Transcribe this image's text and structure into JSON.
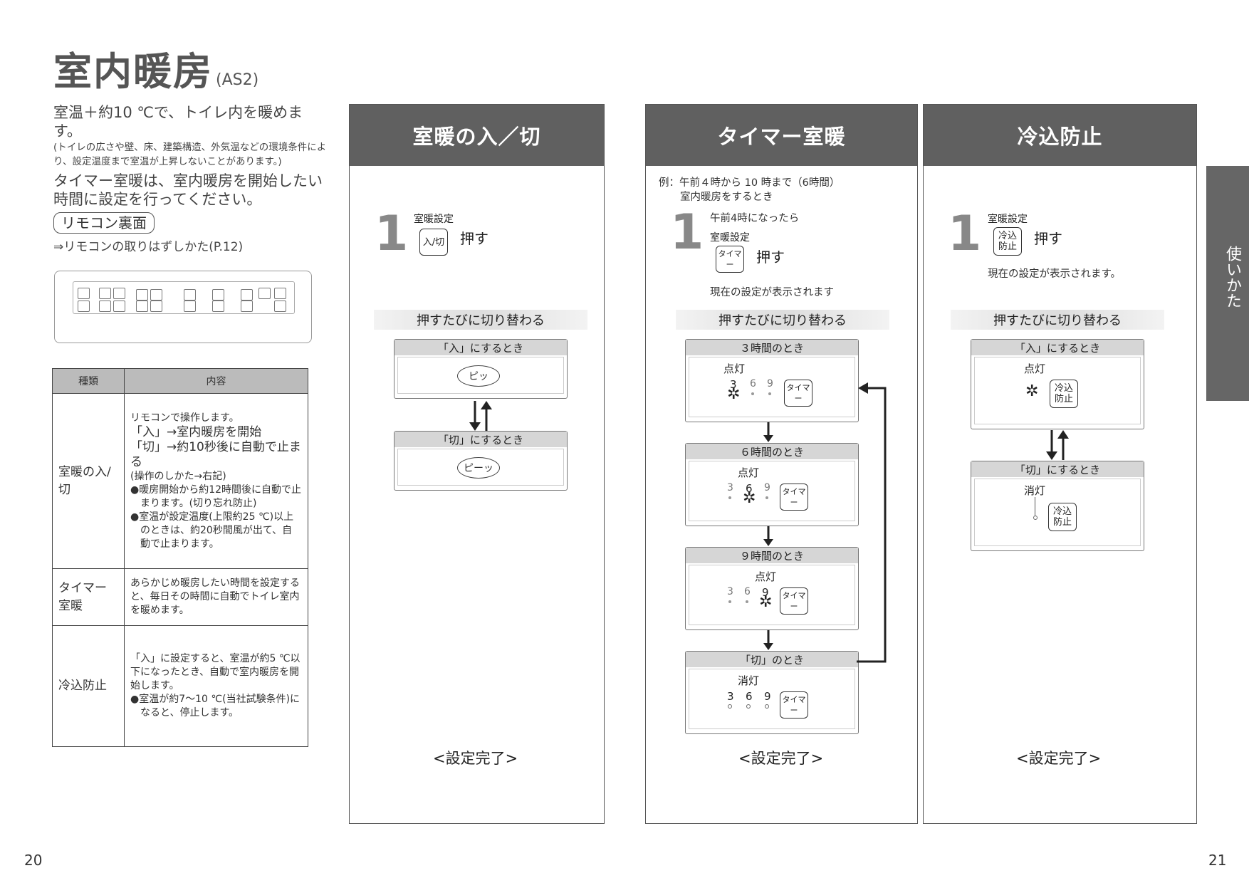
{
  "header": {
    "title": "室内暖房",
    "model": "(AS2)"
  },
  "intro": {
    "line1": "室温＋約10 ℃で、トイレ内を暖めます。",
    "note": "(トイレの広さや壁、床、建築構造、外気温などの環境条件により、設定温度まで室温が上昇しないことがあります。)",
    "line2": "タイマー室暖は、室内暖房を開始したい時間に設定を行ってください。"
  },
  "remote": {
    "label": "リモコン裏面",
    "ref": "⇒リモコンの取りはずしかた(P.12)"
  },
  "table": {
    "headers": [
      "種類",
      "内容"
    ],
    "rows": [
      {
        "kind": "室暖の入/切",
        "lead": "リモコンで操作します。",
        "big1": "「入」→室内暖房を開始",
        "big2": "「切」→約10秒後に自動で止まる",
        "sub": "(操作のしかた→右記)",
        "bullets": [
          "●暖房開始から約12時間後に自動で止まります。(切り忘れ防止)",
          "●室温が設定温度(上限約25 ℃)以上のときは、約20秒間風が出て、自動で止まります。"
        ]
      },
      {
        "kind": "タイマー室暖",
        "text": "あらかじめ暖房したい時間を設定すると、毎日その時間に自動でトイレ室内を暖めます。"
      },
      {
        "kind": "冷込防止",
        "text": "「入」に設定すると、室温が約5 ℃以下になったとき、自動で室内暖房を開始します。",
        "bullet": "●室温が約7～10 ℃(当社試験条件)になると、停止します。"
      }
    ]
  },
  "panels": {
    "p1": {
      "title": "室暖の入／切",
      "step": "1",
      "setting": "室暖設定",
      "button": "入/切",
      "push": "押す",
      "toggle": "押すたびに切り替わる",
      "on_label": "「入」にするとき",
      "on_sound": "ピッ",
      "off_label": "「切」にするとき",
      "off_sound": "ピーッ",
      "done": "<設定完了>"
    },
    "p2": {
      "title": "タイマー室暖",
      "example1": "例：午前４時から 10 時まで（6時間）",
      "example2": "室内暖房をするとき",
      "step": "1",
      "when": "午前4時になったら",
      "setting": "室暖設定",
      "button": "タイマー",
      "push": "押す",
      "current": "現在の設定が表示されます",
      "toggle": "押すたびに切り替わる",
      "states": [
        "３時間のとき",
        "６時間のとき",
        "９時間のとき",
        "「切」のとき"
      ],
      "lit": "点灯",
      "unlit": "消灯",
      "n3": "3",
      "n6": "6",
      "n9": "9",
      "done": "<設定完了>"
    },
    "p3": {
      "title": "冷込防止",
      "step": "1",
      "setting": "室暖設定",
      "button": "冷込防止",
      "push": "押す",
      "current": "現在の設定が表示されます。",
      "toggle": "押すたびに切り替わる",
      "on_label": "「入」にするとき",
      "lit": "点灯",
      "off_label": "「切」にするとき",
      "unlit": "消灯",
      "done": "<設定完了>"
    }
  },
  "side": {
    "tab": "使いかた"
  },
  "pages": {
    "left": "20",
    "right": "21"
  }
}
